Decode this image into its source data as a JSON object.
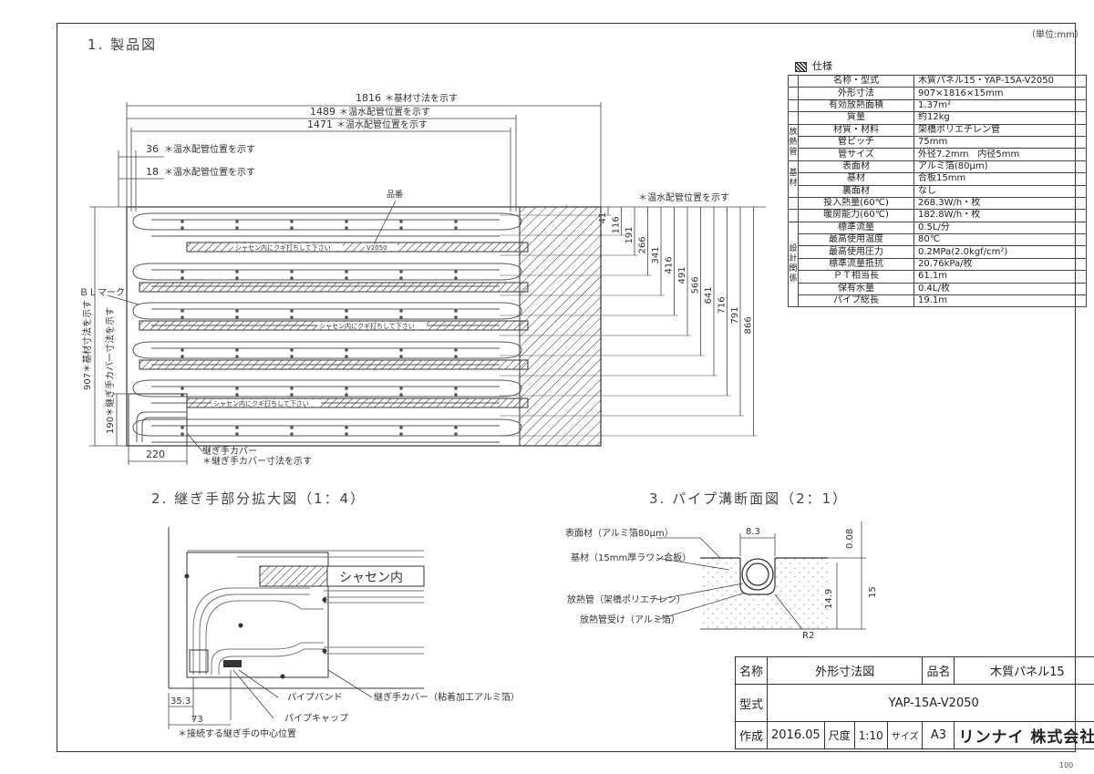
{
  "unit_note": "（単位:mm）",
  "page_number": "100",
  "sections": {
    "s1": "1. 製品図",
    "s2": "2. 継ぎ手部分拡大図（1：4）",
    "s3": "3. パイプ溝断面図（2：1）"
  },
  "dims_top": [
    {
      "value": "1816",
      "note": "＊基材寸法を示す"
    },
    {
      "value": "1489",
      "note": "＊温水配管位置を示す"
    },
    {
      "value": "1471",
      "note": "＊温水配管位置を示す"
    },
    {
      "value": "36",
      "note": "＊温水配管位置を示す"
    },
    {
      "value": "18",
      "note": "＊温水配管位置を示す"
    }
  ],
  "dims_right": [
    "41",
    "116",
    "191",
    "266",
    "341",
    "416",
    "491",
    "566",
    "641",
    "716",
    "791",
    "866"
  ],
  "dims_right_note": "＊温水配管位置を示す",
  "dim_907": "907＊基材寸法を示す",
  "dim_190": "190＊継ぎ手カバー寸法を示す",
  "dim_220": "220",
  "bl_mark": "ＢＬマーク",
  "hinban": "品番",
  "model_on_panel": "V2050",
  "stripe_text": "シャセン内にクギ打ちして下さい",
  "joint_cover_label": "継ぎ手カバー",
  "joint_cover_note": "＊継ぎ手カバー寸法を示す",
  "detail": {
    "shasen": "シャセン内",
    "pipe_band": "パイプバンド",
    "joint_cover": "継ぎ手カバー（粘着加工アルミ箔）",
    "pipe_cap": "パイプキャップ",
    "dim_35": "35.3",
    "dim_73": "73",
    "footnote": "＊接続する継ぎ手の中心位置"
  },
  "cross": {
    "surface": "表面材（アルミ箔80μm）",
    "base": "基材（15mm厚ラワン合板）",
    "pipe": "放熱管（架橋ポリエチレン）",
    "pipe_holder": "放熱管受け（アルミ箔）",
    "dim_83": "8.3",
    "dim_008": "0.08",
    "dim_149": "14.9",
    "dim_15": "15",
    "r2": "R2"
  },
  "spec": {
    "heading": "仕様",
    "rows": [
      {
        "group": "",
        "label": "名称・型式",
        "value": "木質パネル15・YAP-15A-V2050"
      },
      {
        "group": "",
        "label": "外形寸法",
        "value": "907×1816×15mm"
      },
      {
        "group": "",
        "label": "有効放熱面積",
        "value": "1.37m²"
      },
      {
        "group": "",
        "label": "質量",
        "value": "約12kg"
      },
      {
        "group": "放熱管",
        "label": "材質・材料",
        "value": "架橋ポリエチレン管"
      },
      {
        "group": "",
        "label": "管ピッチ",
        "value": "75mm"
      },
      {
        "group": "",
        "label": "管サイズ",
        "value": "外径7.2mm　内径5mm"
      },
      {
        "group": "基材",
        "label": "表面材",
        "value": "アルミ箔(80μm)"
      },
      {
        "group": "",
        "label": "基材",
        "value": "合板15mm"
      },
      {
        "group": "",
        "label": "裏面材",
        "value": "なし"
      },
      {
        "group": "",
        "label": "投入熱量(60℃)",
        "value": "268.3W/h・枚"
      },
      {
        "group": "",
        "label": "暖房能力(60℃)",
        "value": "182.8W/h・枚"
      },
      {
        "group": "設計関係",
        "label": "標準流量",
        "value": "0.5L/分"
      },
      {
        "group": "",
        "label": "最高使用温度",
        "value": "80℃"
      },
      {
        "group": "",
        "label": "最高使用圧力",
        "value": "0.2MPa(2.0kgf/cm²)"
      },
      {
        "group": "",
        "label": "標準流量抵抗",
        "value": "20.76kPa/枚"
      },
      {
        "group": "",
        "label": "ＰＴ相当長",
        "value": "61.1m"
      },
      {
        "group": "",
        "label": "保有水量",
        "value": "0.4L/枚"
      },
      {
        "group": "",
        "label": "パイプ総長",
        "value": "19.1m"
      }
    ]
  },
  "titleblock": {
    "name_label": "名称",
    "name_value": "外形寸法図",
    "product_label": "品名",
    "product_value": "木質パネル15",
    "model_label": "型式",
    "model_value": "YAP-15A-V2050",
    "made_label": "作成",
    "made_value": "2016.05",
    "scale_label": "尺度",
    "scale_value": "1:10",
    "size_label": "サイズ",
    "size_value": "A3",
    "company": "リンナイ 株式会社"
  }
}
